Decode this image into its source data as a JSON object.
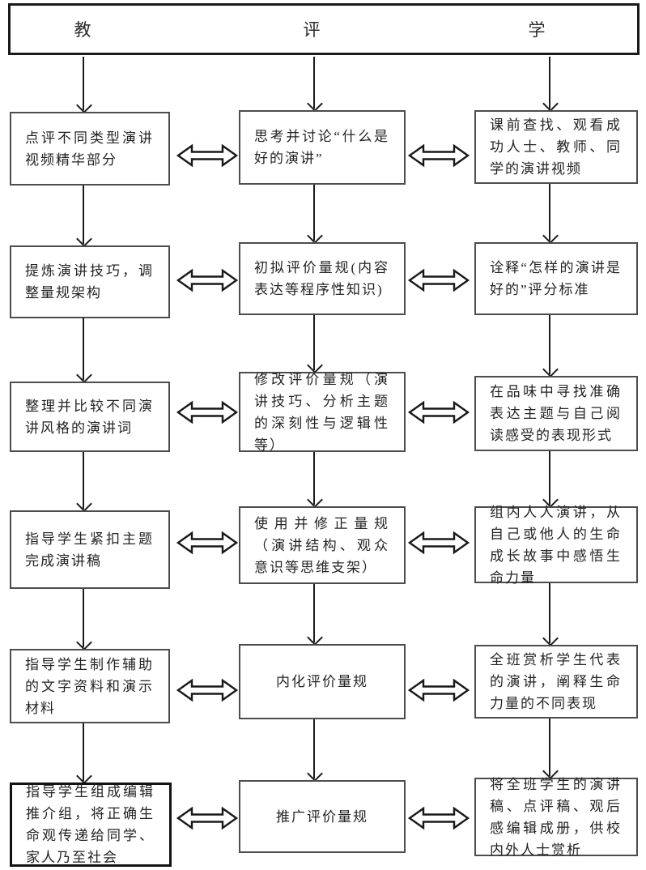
{
  "banner": {
    "teach": "教",
    "evaluate": "评",
    "learn": "学"
  },
  "rows": [
    {
      "left": "点评不同类型演讲视频精华部分",
      "middle": "思考并讨论“什么是好的演讲”",
      "right": "课前查找、观看成功人士、教师、同学的演讲视频"
    },
    {
      "left": "提炼演讲技巧，调整量规架构",
      "middle": "初拟评价量规(内容表达等程序性知识)",
      "right": "诠释“怎样的演讲是好的”评分标准"
    },
    {
      "left": "整理并比较不同演讲风格的演讲词",
      "middle": "修改评价量规（演讲技巧、分析主题的深刻性与逻辑性等）",
      "right": "在品味中寻找准确表达主题与自己阅读感受的表现形式"
    },
    {
      "left": "指导学生紧扣主题完成演讲稿",
      "middle": "使用并修正量规（演讲结构、观众意识等思维支架）",
      "right": "组内人人演讲，从自己或他人的生命成长故事中感悟生命力量"
    },
    {
      "left": "指导学生制作辅助的文字资料和演示材料",
      "middle": "内化评价量规",
      "right": "全班赏析学生代表的演讲，阐释生命力量的不同表现"
    },
    {
      "left": "指导学生组成编辑推介组，将正确生命观传递给同学、家人乃至社会",
      "middle": "推广评价量规",
      "right": "将全班学生的演讲稿、点评稿、观后感编辑成册，供校内外人士赏析"
    }
  ],
  "icons": {
    "down_arrow": "down-arrow",
    "double_arrow": "left-right-double-arrow"
  },
  "colors": {
    "ink": "#1c1c1c",
    "box_border": "#4d4d4d",
    "background": "#ffffff"
  }
}
